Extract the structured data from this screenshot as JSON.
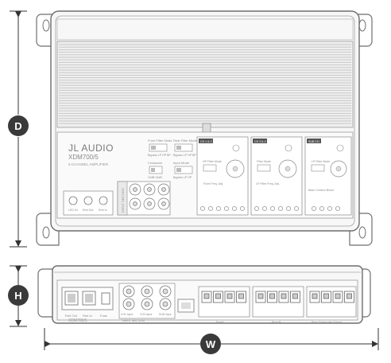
{
  "dimensions": {
    "depth_label": "D",
    "height_label": "H",
    "width_label": "W"
  },
  "top_view": {
    "brand": "JL AUDIO",
    "model": "XDM700/5",
    "subtitle": "5-CHANNEL AMPLIFIER",
    "center_switches": [
      {
        "title": "Front Filter Mode",
        "options": "Bypass  LP  HP  BP"
      },
      {
        "title": "Rear Filter Mode",
        "options": "Bypass  LP  HP  BP"
      },
      {
        "title": "Crossover",
        "options": "12dB  24dB"
      },
      {
        "title": "Input Mode",
        "options": "Bypass  LP  HP"
      }
    ],
    "channel_sections": [
      {
        "tag": "CH 1 & 2",
        "label": "Front Freq. Adj.",
        "mode": "HP Filter Mode"
      },
      {
        "tag": "CH 3 & 4",
        "label": "LP Filter Freq. Adj.",
        "mode": "Filter Mode"
      },
      {
        "tag": "SUB CH",
        "label": "Bass Contour Boost",
        "mode": "LP Filter Mode"
      }
    ],
    "connectors": [
      "LED IN",
      "Rmt Out",
      "Rmt In"
    ],
    "input_section_label": "INPUT SECTION"
  },
  "front_view": {
    "model": "XDM700/5",
    "input_label": "INPUT SECTION",
    "ports": [
      "Rmt Out",
      "Rmt In",
      "Fuse"
    ],
    "rca_labels": [
      "CH1 Input",
      "CH3 Input",
      "SUB Input"
    ],
    "group_labels": [
      "Front L",
      "Rear R",
      "Bass Subwoofer Output"
    ]
  },
  "colors": {
    "outline": "#6e6e6e",
    "dim_line": "#333333",
    "badge": "#3a3a3a",
    "fill": "#f5f5f5"
  }
}
